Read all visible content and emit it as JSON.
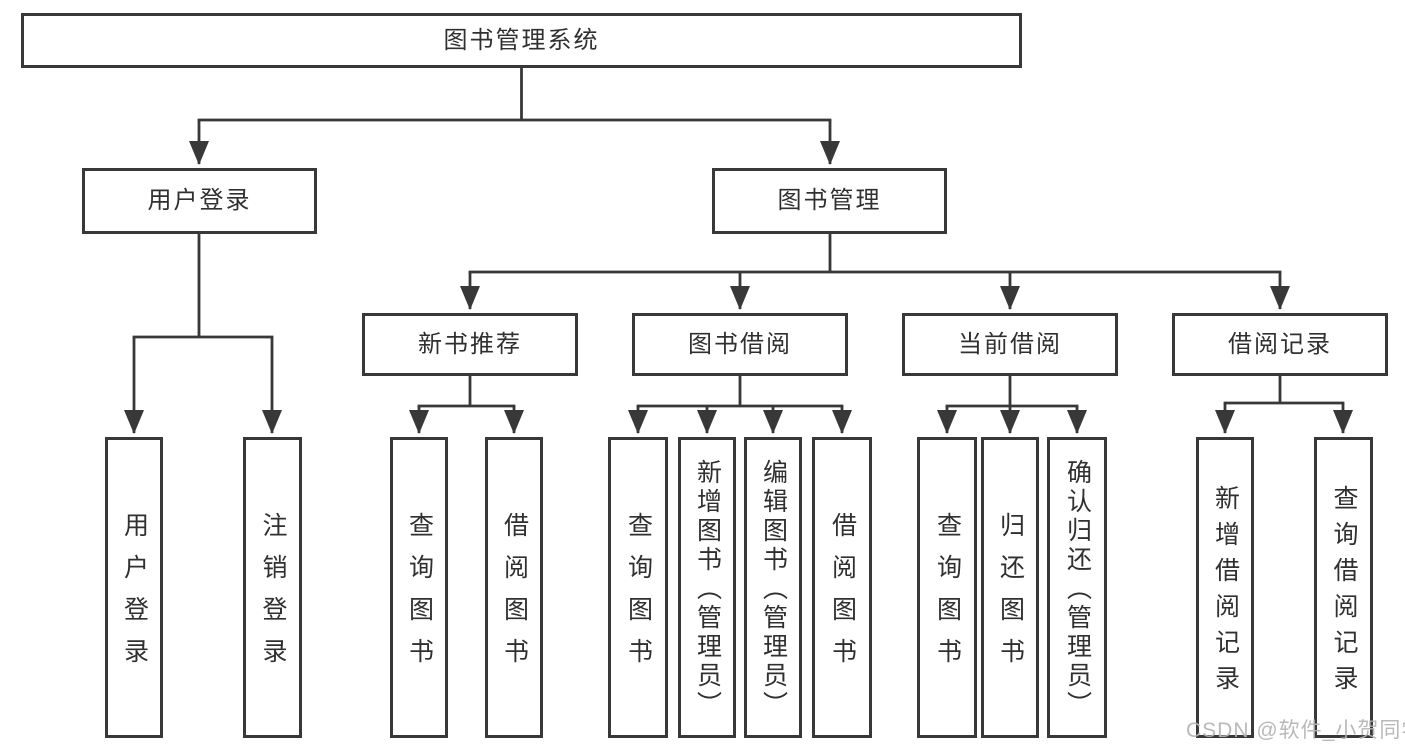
{
  "diagram": {
    "type": "hierarchy-tree",
    "root": {
      "label": "图书管理系统",
      "children": [
        {
          "label": "用户登录",
          "children": [
            {
              "label": "用户登录"
            },
            {
              "label": "注销登录"
            }
          ]
        },
        {
          "label": "图书管理",
          "children": [
            {
              "label": "新书推荐",
              "children": [
                {
                  "label": "查询图书"
                },
                {
                  "label": "借阅图书"
                }
              ]
            },
            {
              "label": "图书借阅",
              "children": [
                {
                  "label": "查询图书"
                },
                {
                  "label": "新增图书（管理员）"
                },
                {
                  "label": "编辑图书（管理员）"
                },
                {
                  "label": "借阅图书"
                }
              ]
            },
            {
              "label": "当前借阅",
              "children": [
                {
                  "label": "查询图书"
                },
                {
                  "label": "归还图书"
                },
                {
                  "label": "确认归还（管理员）"
                }
              ]
            },
            {
              "label": "借阅记录",
              "children": [
                {
                  "label": "新增借阅记录"
                },
                {
                  "label": "查询借阅记录"
                }
              ]
            }
          ]
        }
      ]
    }
  },
  "watermark": {
    "text": "CSDN @软件_小贺同学"
  },
  "colors": {
    "line": "#383838",
    "text": "#303030",
    "watermark": "#b4b4b4",
    "background": "#ffffff"
  }
}
